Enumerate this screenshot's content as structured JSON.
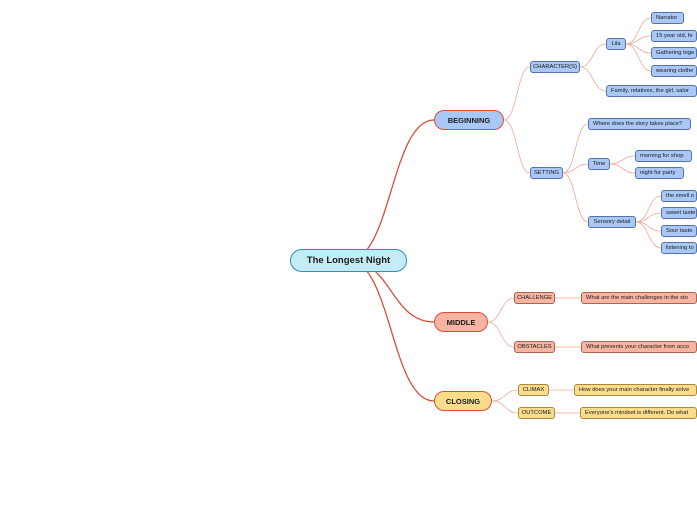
{
  "root": "The Longest Night",
  "beginning": {
    "label": "BEGINNING",
    "characters": "CHARACTER(S)",
    "lila": "Lila",
    "lila_items": [
      "Narrator",
      "15 year old, fe",
      "Gathering toge",
      "wearing clothe"
    ],
    "family": "Family, relatives, the girl, salor",
    "setting": "SETTING",
    "where": "Where does the story takes place?",
    "time": "Time",
    "time_items": [
      "morning for shop",
      "night for party"
    ],
    "sensory": "Sensory detail",
    "sensory_items": [
      "the smell o",
      "sweet taste",
      "Sour taste",
      "listening to"
    ]
  },
  "middle": {
    "label": "MIDDLE",
    "challenge": "CHALLENGE",
    "challenge_q": "What are the main challenges in the sto",
    "obstacles": "OBSTACLES",
    "obstacles_q": "What prevents your character from acco"
  },
  "closing": {
    "label": "CLOSING",
    "climax": "CLIMAX",
    "climax_q": "How does your main character finally solve",
    "outcome": "OUTCOME",
    "outcome_q": "Everyone's mindset is different. Do what"
  },
  "colors": {
    "main_link": "#d8503a",
    "sub_link": "#f2a898",
    "root_fill": "#c4ecf8",
    "blue": "#a9c8f6",
    "red": "#f7b4a2",
    "gold": "#fbdc8c"
  }
}
